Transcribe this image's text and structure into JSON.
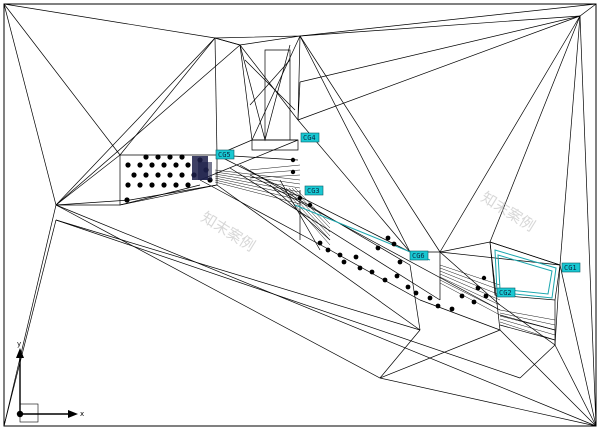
{
  "colors": {
    "background": "#ffffff",
    "mesh_line": "#000000",
    "label_fill": "#19c8d2",
    "label_text": "#0b2b45",
    "cyan_outline": "#1aa6ae"
  },
  "labels": {
    "cg1": "CG1",
    "cg2": "CG2",
    "cg3": "CG3",
    "cg4": "CG4",
    "cg5": "CG5",
    "cg6": "CG6"
  },
  "axes": {
    "x_label": "x",
    "y_label": "y"
  },
  "watermark": {
    "mark_1": "知末案例",
    "mark_2": "知末案例"
  }
}
